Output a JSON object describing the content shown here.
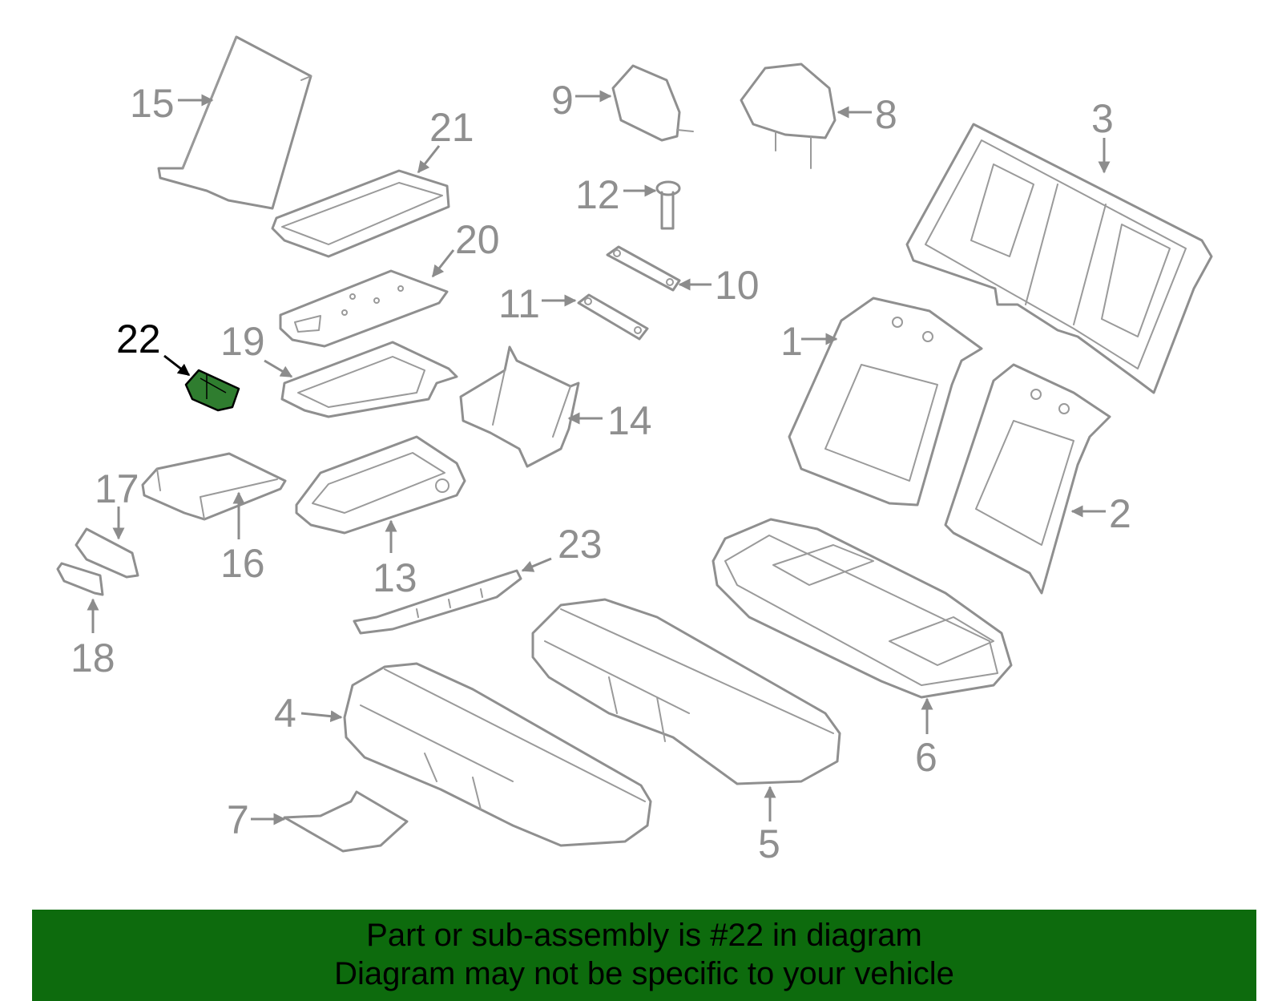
{
  "diagram": {
    "highlighted_part": "22",
    "callouts": [
      {
        "id": "1",
        "label": "1"
      },
      {
        "id": "2",
        "label": "2"
      },
      {
        "id": "3",
        "label": "3"
      },
      {
        "id": "4",
        "label": "4"
      },
      {
        "id": "5",
        "label": "5"
      },
      {
        "id": "6",
        "label": "6"
      },
      {
        "id": "7",
        "label": "7"
      },
      {
        "id": "8",
        "label": "8"
      },
      {
        "id": "9",
        "label": "9"
      },
      {
        "id": "10",
        "label": "10"
      },
      {
        "id": "11",
        "label": "11"
      },
      {
        "id": "12",
        "label": "12"
      },
      {
        "id": "13",
        "label": "13"
      },
      {
        "id": "14",
        "label": "14"
      },
      {
        "id": "15",
        "label": "15"
      },
      {
        "id": "16",
        "label": "16"
      },
      {
        "id": "17",
        "label": "17"
      },
      {
        "id": "18",
        "label": "18"
      },
      {
        "id": "19",
        "label": "19"
      },
      {
        "id": "20",
        "label": "20"
      },
      {
        "id": "21",
        "label": "21"
      },
      {
        "id": "22",
        "label": "22"
      },
      {
        "id": "23",
        "label": "23"
      }
    ]
  },
  "banner": {
    "line1": "Part or sub-assembly is #22 in diagram",
    "line2": "Diagram may not be specific to your vehicle",
    "background_color": "#0d6b0d"
  },
  "colors": {
    "line_art": "#8f8f8f",
    "highlight_part": "#2f7d2f",
    "highlight_label": "#000000"
  }
}
